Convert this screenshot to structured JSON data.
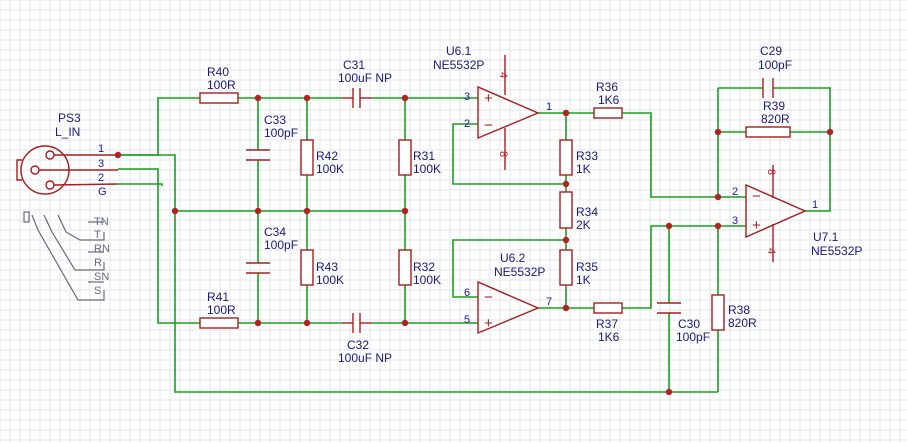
{
  "connector": {
    "ref": "PS3",
    "name": "L_IN",
    "pins": [
      "1",
      "3",
      "2",
      "G"
    ],
    "jack_pins": [
      "TN",
      "T",
      "RN",
      "R",
      "SN",
      "S"
    ]
  },
  "resistors": {
    "R40": {
      "ref": "R40",
      "value": "100R"
    },
    "R41": {
      "ref": "R41",
      "value": "100R"
    },
    "R42": {
      "ref": "R42",
      "value": "100K"
    },
    "R43": {
      "ref": "R43",
      "value": "100K"
    },
    "R31": {
      "ref": "R31",
      "value": "100K"
    },
    "R32": {
      "ref": "R32",
      "value": "100K"
    },
    "R33": {
      "ref": "R33",
      "value": "1K"
    },
    "R34": {
      "ref": "R34",
      "value": "2K"
    },
    "R35": {
      "ref": "R35",
      "value": "1K"
    },
    "R36": {
      "ref": "R36",
      "value": "1K6"
    },
    "R37": {
      "ref": "R37",
      "value": "1K6"
    },
    "R38": {
      "ref": "R38",
      "value": "820R"
    },
    "R39": {
      "ref": "R39",
      "value": "820R"
    }
  },
  "capacitors": {
    "C31": {
      "ref": "C31",
      "value": "100uF NP"
    },
    "C32": {
      "ref": "C32",
      "value": "100uF NP"
    },
    "C33": {
      "ref": "C33",
      "value": "100pF"
    },
    "C34": {
      "ref": "C34",
      "value": "100pF"
    },
    "C29": {
      "ref": "C29",
      "value": "100pF"
    },
    "C30": {
      "ref": "C30",
      "value": "100pF"
    }
  },
  "opamps": {
    "U61": {
      "ref": "U6.1",
      "part": "NE5532P",
      "pins": {
        "in_plus": "3",
        "in_minus": "2",
        "out": "1",
        "vplus": "4",
        "vminus": "8"
      }
    },
    "U62": {
      "ref": "U6.2",
      "part": "NE5532P",
      "pins": {
        "in_plus": "5",
        "in_minus": "6",
        "out": "7"
      }
    },
    "U71": {
      "ref": "U7.1",
      "part": "NE5532P",
      "pins": {
        "in_plus": "3",
        "in_minus": "2",
        "out": "1",
        "vplus": "8",
        "vminus": "4"
      }
    }
  },
  "symbols": {
    "plus": "+",
    "minus": "−"
  },
  "colors": {
    "wire": "#19a01f",
    "part": "#a61e1e",
    "label": "#1a1a78",
    "junction": "#b32222",
    "grid": "#e3e6ea"
  }
}
